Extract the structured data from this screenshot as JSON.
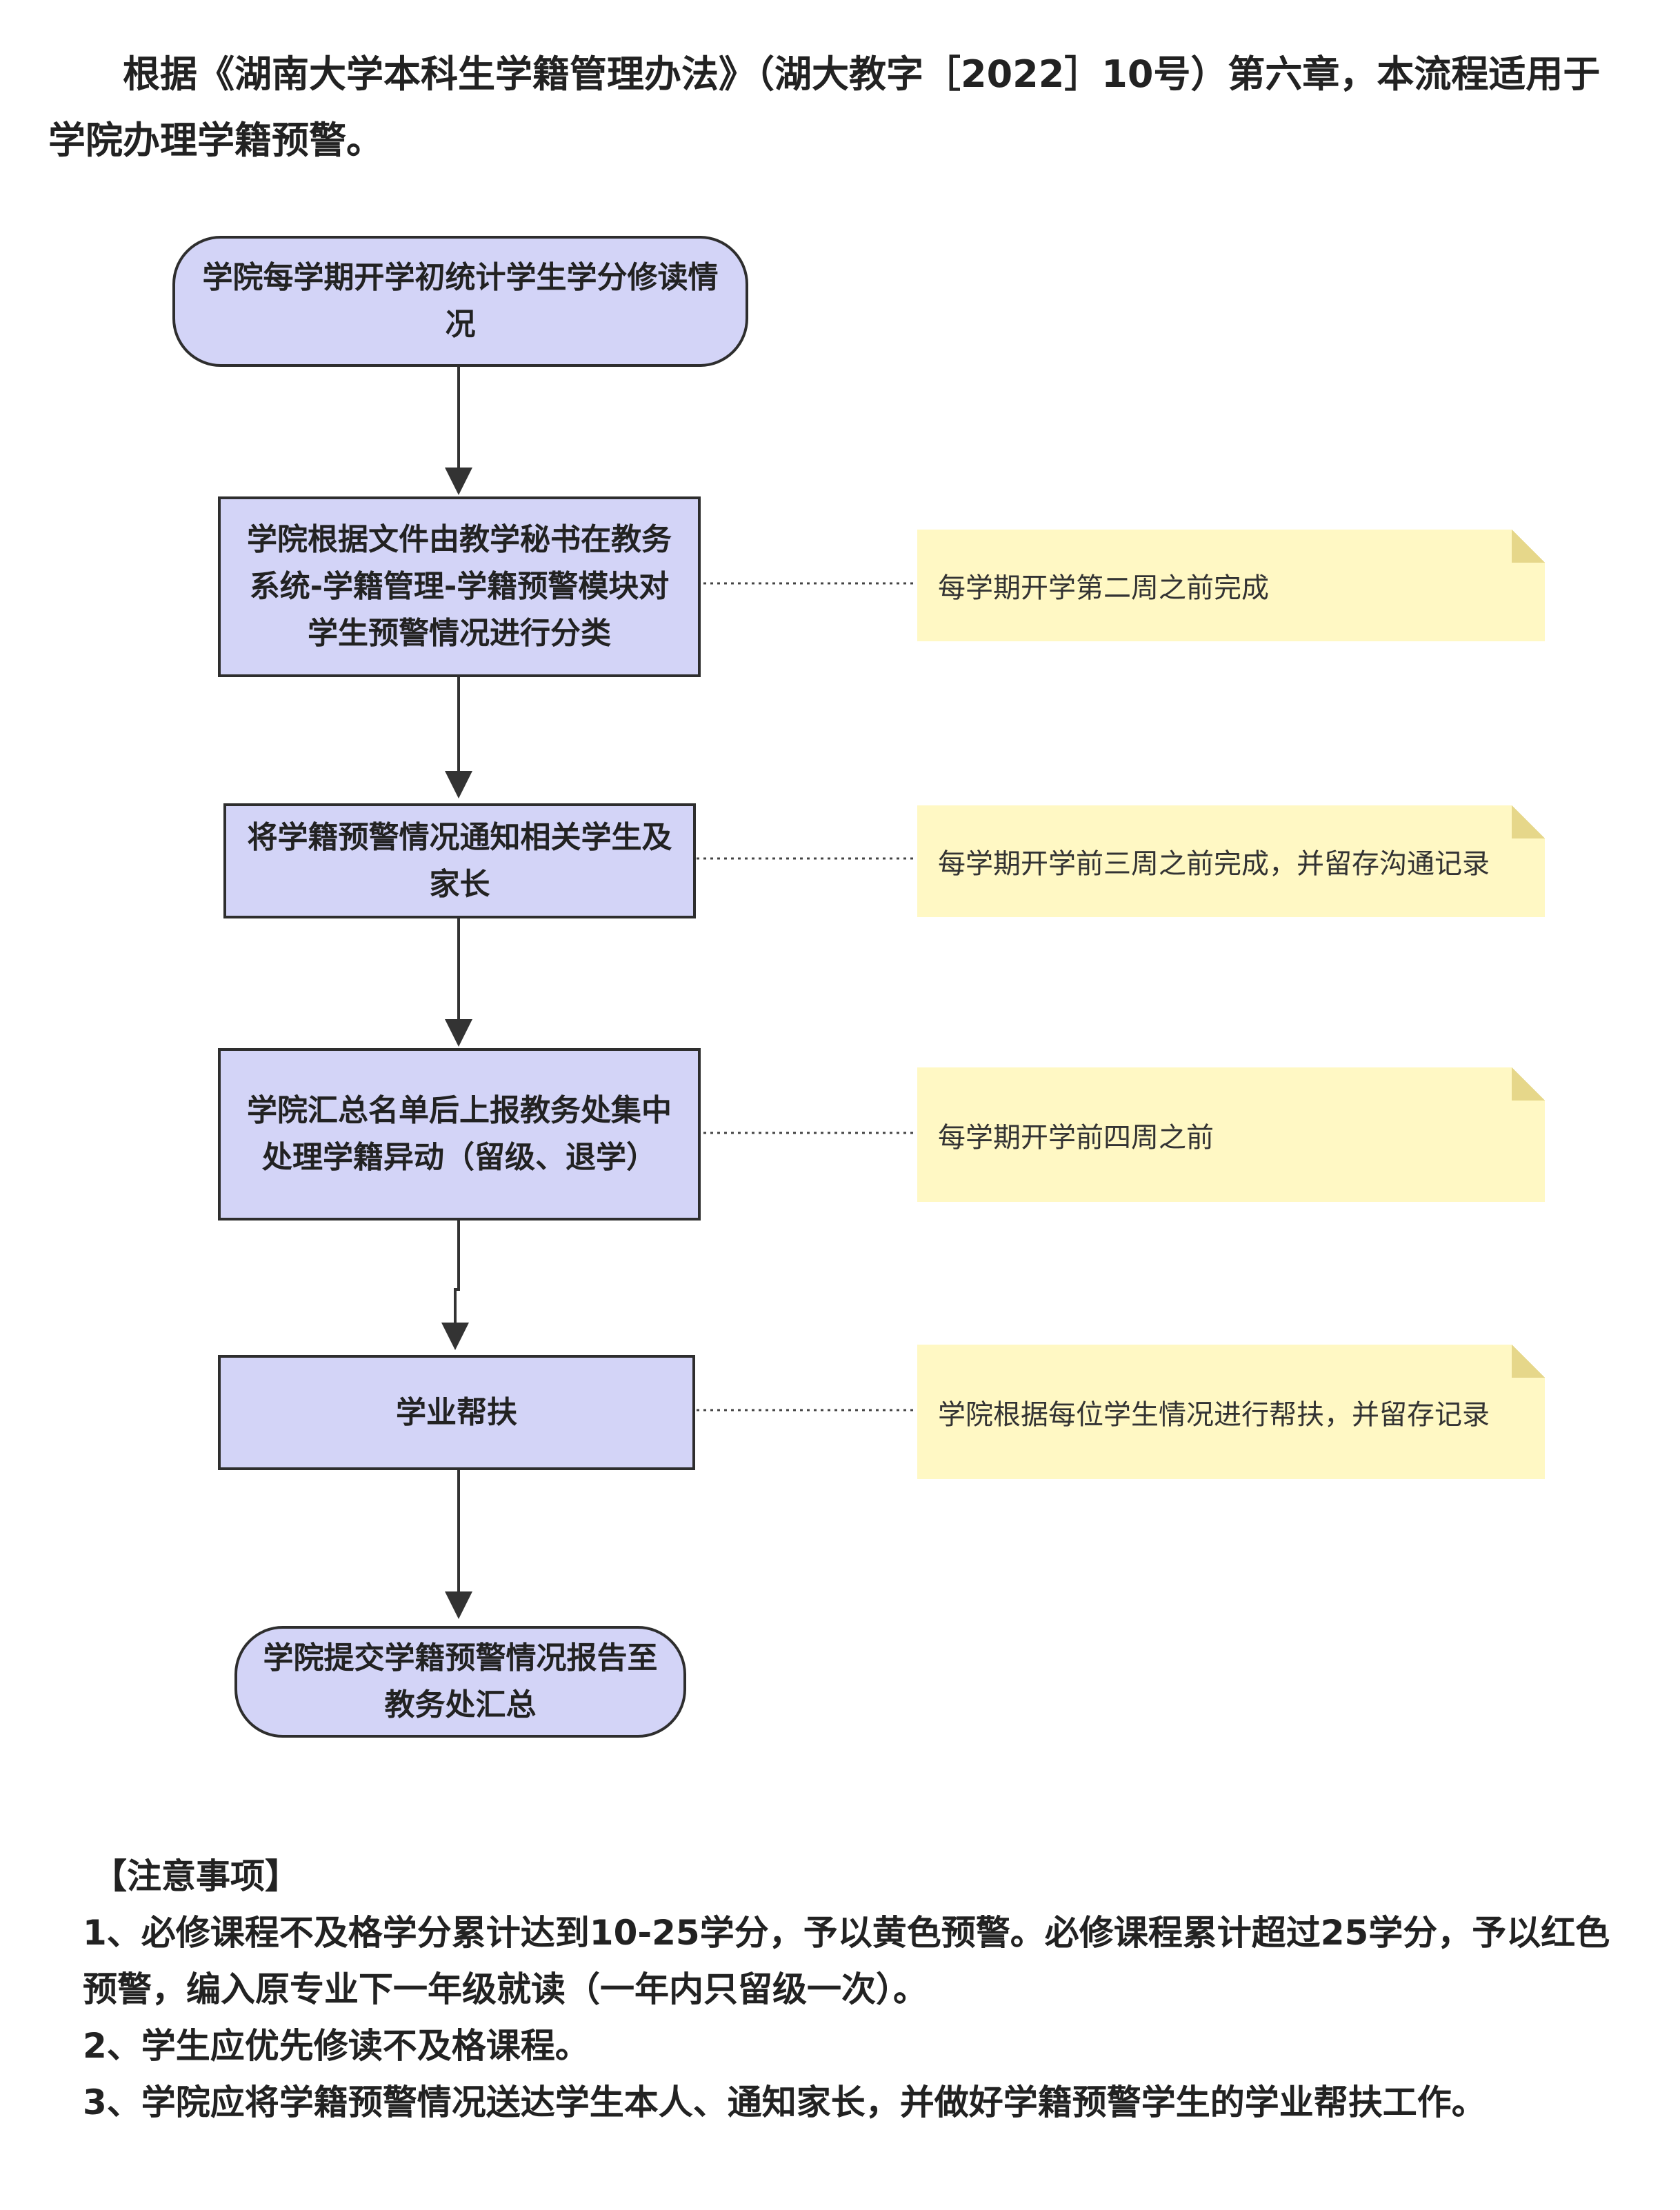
{
  "intro": "根据《湖南大学本科生学籍管理办法》（湖大教字［2022］10号）第六章，本流程适用于学院办理学籍预警。",
  "flow": {
    "steps": [
      "学院每学期开学初统计学生学分修读情况",
      "学院根据文件由教学秘书在教务系统-学籍管理-学籍预警模块对学生预警情况进行分类",
      "将学籍预警情况通知相关学生及家长",
      "学院汇总名单后上报教务处集中处理学籍异动（留级、退学）",
      "学业帮扶",
      "学院提交学籍预警情况报告至教务处汇总"
    ],
    "notes": [
      "每学期开学第二周之前完成",
      "每学期开学前三周之前完成，并留存沟通记录",
      "每学期开学前四周之前",
      "学院根据每位学生情况进行帮扶，并留存记录"
    ]
  },
  "attention": {
    "heading": "【注意事项】",
    "items": [
      "1、必修课程不及格学分累计达到10-25学分，予以黄色预警。必修课程累计超过25学分，予以红色预警，编入原专业下一年级就读（一年内只留级一次）。",
      "2、学生应优先修读不及格课程。",
      "3、学院应将学籍预警情况送达学生本人、通知家长，并做好学籍预警学生的学业帮扶工作。"
    ]
  },
  "colors": {
    "node_fill": "#d3d4f7",
    "node_border": "#2e2e2e",
    "note_fill": "#fff8c4",
    "note_fold": "#e6d78a"
  }
}
